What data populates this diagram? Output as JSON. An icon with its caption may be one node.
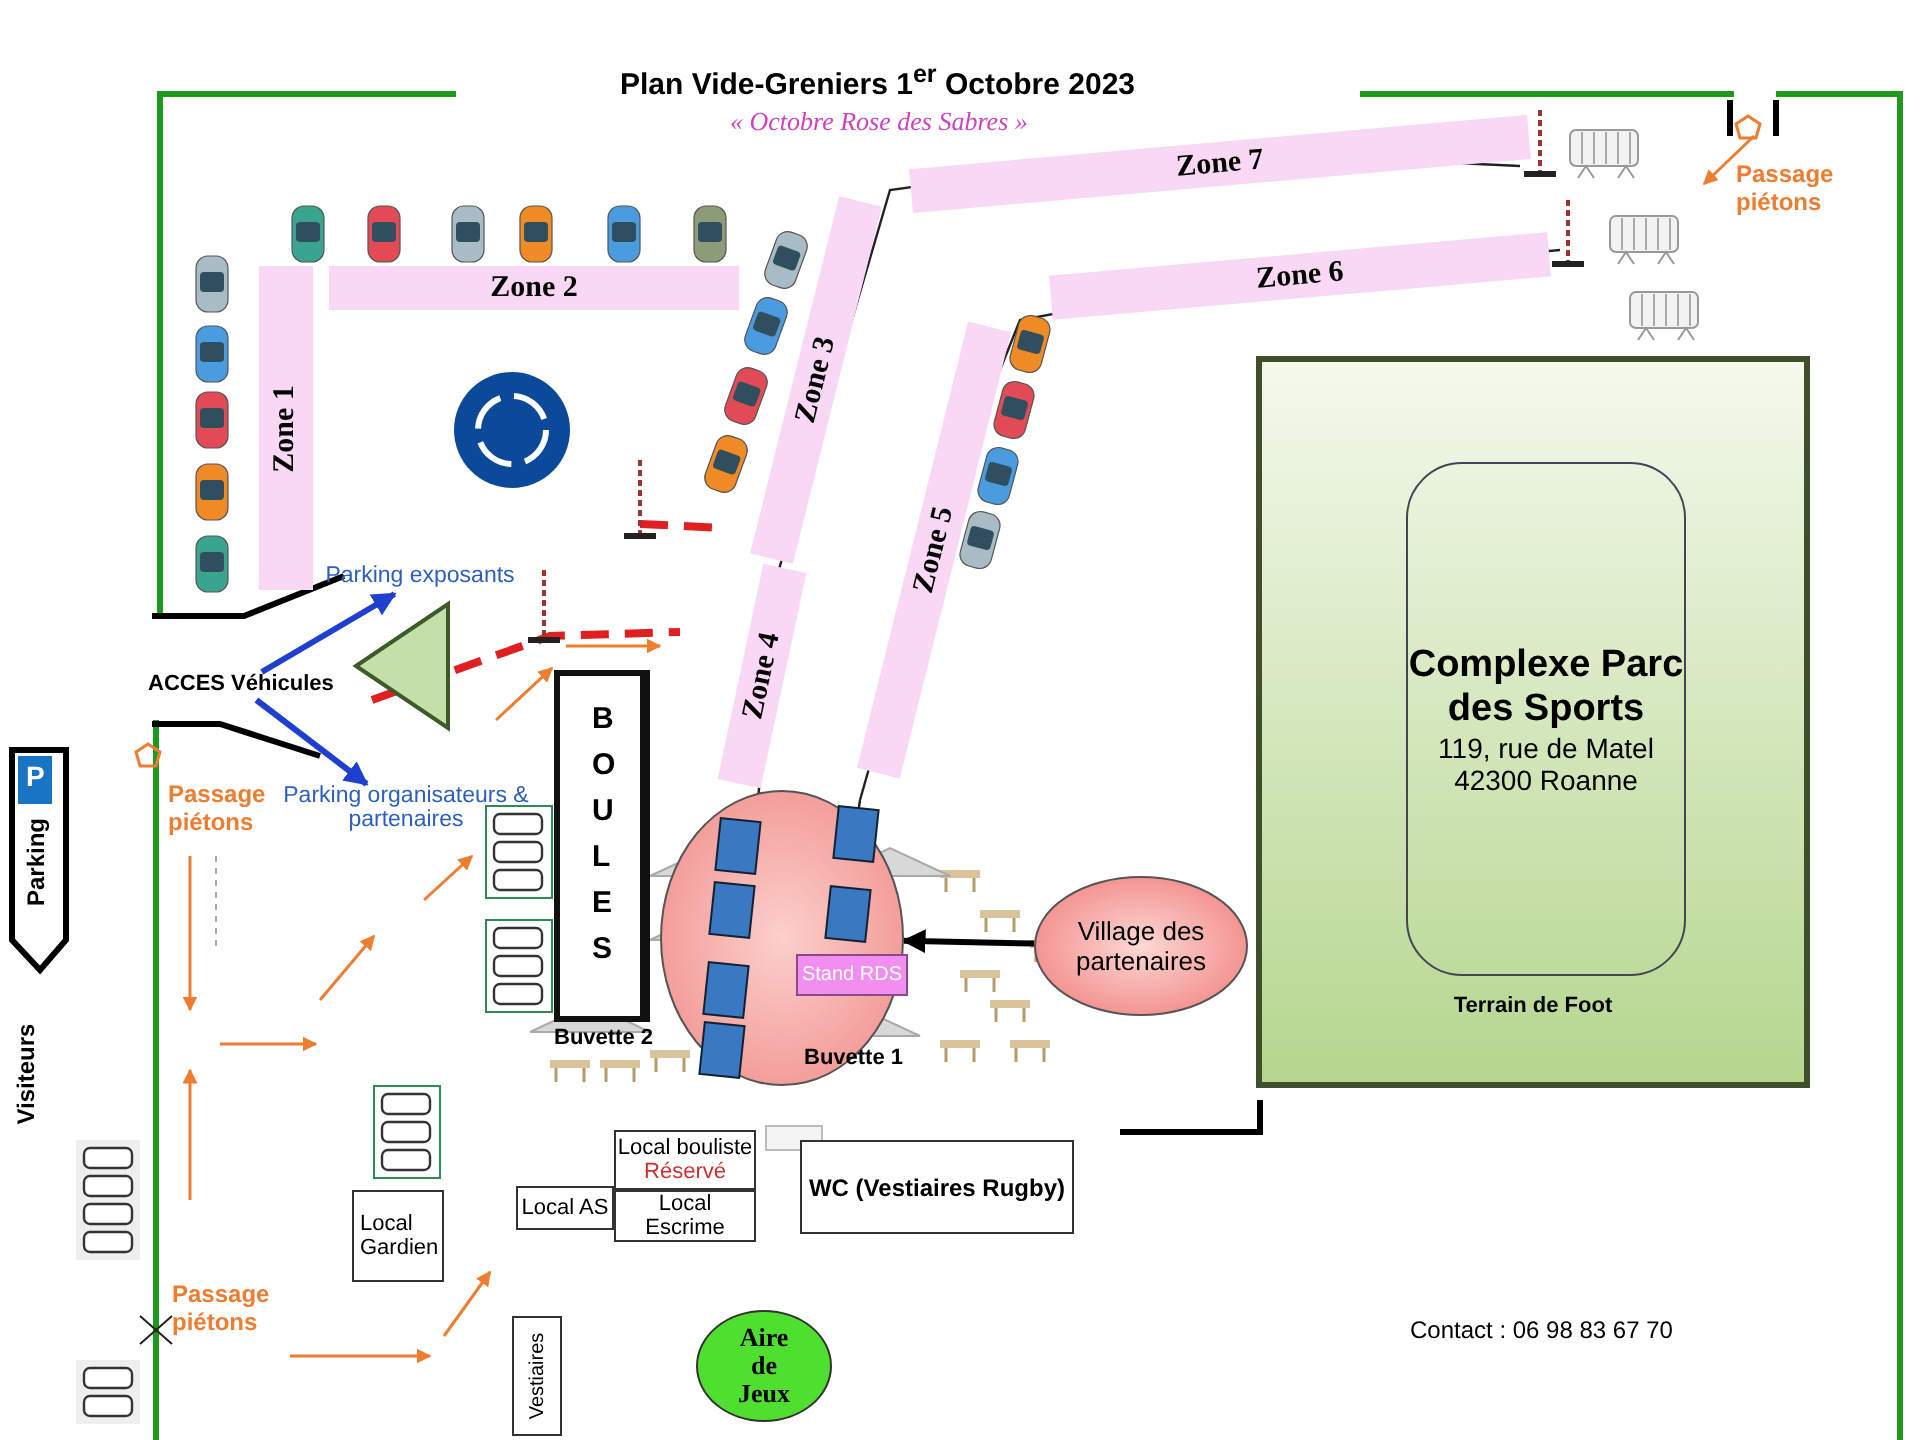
{
  "diagram": {
    "title": "Plan Vide-Greniers 1$^{er}$ Octobre 2023",
    "nodes": [
      {
        "text": [
          "Zone 1"
        ]
      },
      {
        "text": [
          "Zone 2"
        ]
      },
      {
        "text": [
          "Zone 3"
        ]
      },
      {
        "text": [
          "Zone 4"
        ]
      },
      {
        "text": [
          "Zone 5"
        ]
      },
      {
        "text": [
          "Zone 6"
        ]
      },
      {
        "text": [
          "Zone 7"
        ]
      },
      {
        "text": [
          "Terrain de Foot"
        ]
      },
      {
        "text": [
          "Complexe Parc des Sports",
          "119, rue de Matel 42300 Roanne"
        ],
        "in": 7
      },
      {
        "text": [
          "B O U L E S"
        ],
        "beside": [
          "Buvette 2"
        ]
      },
      {
        "text": [],
        "shape": "ellipse"
      },
      {
        "text": [
          "Stand RDS"
        ],
        "in": 10
      },
      {
        "text": [
          "Village des partenaires"
        ]
      },
      {
        "text": [
          "Local bouliste",
          "Réservé"
        ]
      },
      {
        "text": [
          "Local AS"
        ]
      },
      {
        "text": [
          "Local Escrime"
        ]
      },
      {
        "text": [
          "WC (Vestiaires Rugby)"
        ]
      },
      {
        "text": [
          "Local Gardien"
        ]
      },
      {
        "text": [
          "Vestiaires"
        ]
      },
      {
        "text": [
          "Aire de Jeux"
        ]
      },
      {
        "text": [],
        "shape": "triangle"
      },
      {
        "text": [
          "ACCES Véhicules"
        ]
      },
      {
        "text": [
          "Parking exposants"
        ]
      },
      {
        "text": [
          "Parking organisateurs & partenaires"
        ]
      }
    ],
    "edges": [
      {
        "from": 12,
        "to": 10,
        "arrow": "to",
        "color": "#000000"
      },
      {
        "from": 21,
        "to": 22,
        "arrow": "to",
        "color": "#1f3fd0"
      },
      {
        "from": 21,
        "to": 23,
        "arrow": "to",
        "color": "#1f3fd0"
      }
    ],
    "labels": [
      "« Octobre Rose des Sabres »",
      "Passage piétons",
      "Passage piétons",
      "P",
      "Parking",
      "Visiteurs",
      "Buvette 1",
      "Passage piétons",
      "Contact : 06 98 83 67 70"
    ]
  }
}
